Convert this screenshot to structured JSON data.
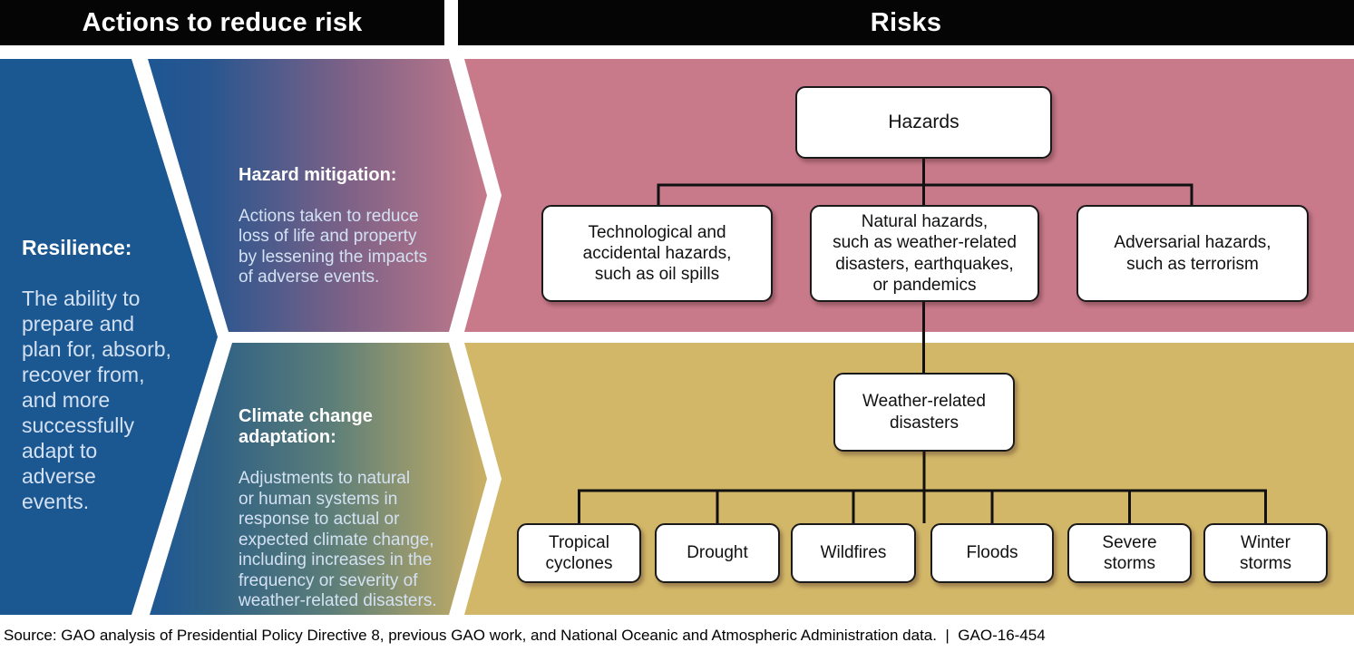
{
  "header": {
    "left_title": "Actions to reduce risk",
    "right_title": "Risks"
  },
  "left_panel": {
    "resilience": {
      "heading": "Resilience:",
      "body": "The ability to\nprepare and\nplan for, absorb,\nrecover from,\nand more\nsuccessfully\nadapt to\nadverse\nevents."
    },
    "hazard_mitigation": {
      "heading": "Hazard mitigation:",
      "body": "Actions taken to reduce\nloss of life and property\nby lessening the impacts\nof adverse events."
    },
    "climate_adaptation": {
      "heading": "Climate change\nadaptation:",
      "body": "Adjustments to natural\nor human systems in\nresponse to actual or\nexpected climate change,\nincluding increases in the\nfrequency or severity of\nweather-related disasters."
    }
  },
  "risks": {
    "hazards_root": "Hazards",
    "hazard_types": [
      "Technological and\naccidental hazards,\nsuch as oil spills",
      "Natural hazards,\nsuch as weather-related\ndisasters, earthquakes,\nor pandemics",
      "Adversarial hazards,\nsuch as terrorism"
    ],
    "weather_root": "Weather-related\ndisasters",
    "weather_types": [
      "Tropical\ncyclones",
      "Drought",
      "Wildfires",
      "Floods",
      "Severe\nstorms",
      "Winter\nstorms"
    ]
  },
  "footer": {
    "source": "Source: GAO analysis of Presidential Policy Directive 8, previous GAO work, and National Oceanic and Atmospheric Administration data.  |  GAO-16-454"
  },
  "colors": {
    "blue": "#1b5791",
    "pink": "#c87a8a",
    "gold": "#d2b768",
    "header_bar": "#050505",
    "box_border": "#1a1a1a"
  }
}
